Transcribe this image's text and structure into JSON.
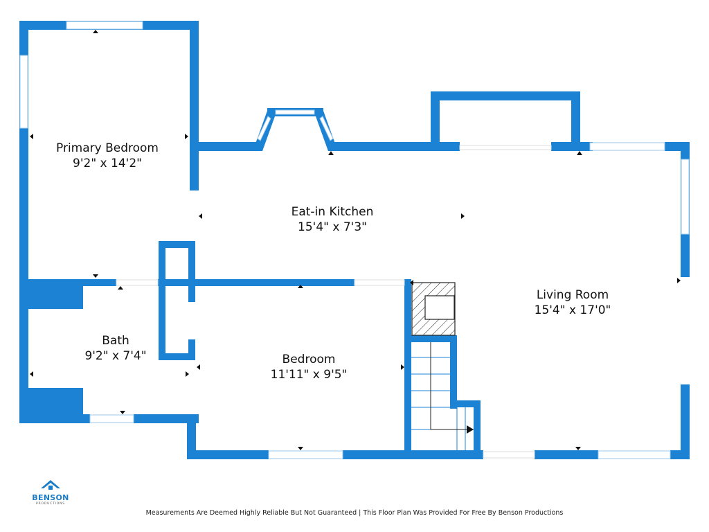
{
  "rooms": [
    {
      "name": "Primary Bedroom",
      "dims": "9'2\" x 14'2\""
    },
    {
      "name": "Eat-in Kitchen",
      "dims": "15'4\" x 7'3\""
    },
    {
      "name": "Living Room",
      "dims": "15'4\" x 17'0\""
    },
    {
      "name": "Bath",
      "dims": "9'2\" x 7'4\""
    },
    {
      "name": "Bedroom",
      "dims": "11'11\" x 9'5\""
    }
  ],
  "logo": {
    "name": "BENSON",
    "subtitle": "PRODUCTIONS",
    "icon": "house-roof-icon"
  },
  "footer": {
    "disclaimer": "Measurements Are Deemed Highly Reliable But Not Guaranteed | This Floor Plan Was Provided For Free By Benson Productions"
  },
  "colors": {
    "wall": "#1b82d4",
    "window": "#9ec9ea",
    "text": "#111111"
  }
}
